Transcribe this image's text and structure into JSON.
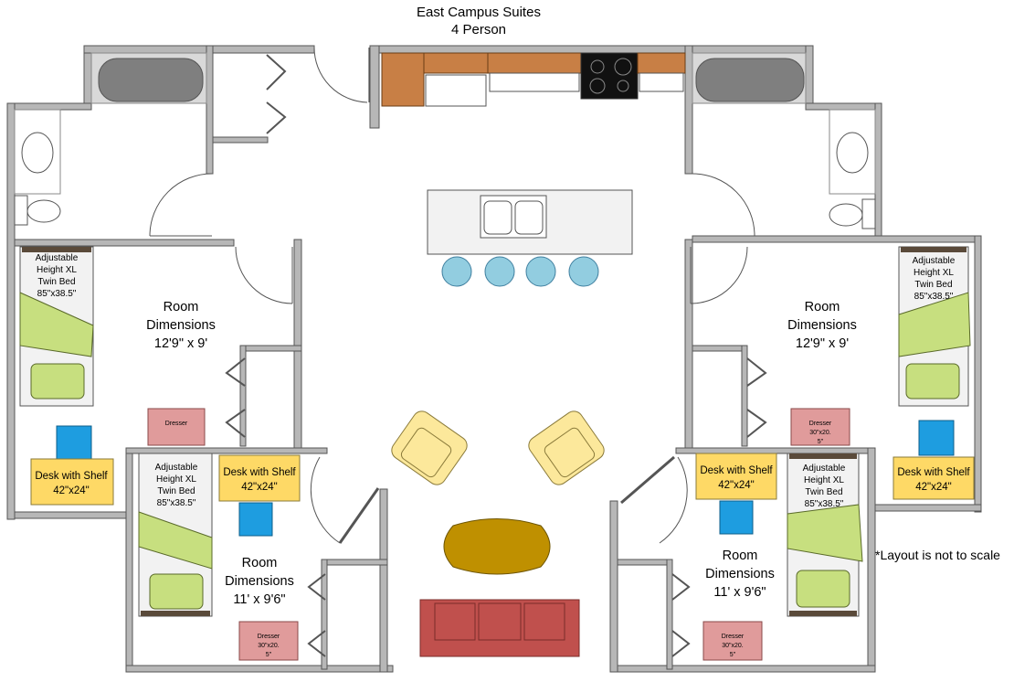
{
  "title": {
    "line1": "East Campus Suites",
    "line2": "4 Person"
  },
  "note": "*Layout is not to scale",
  "rooms": [
    {
      "id": "top-left",
      "dim_label": "Room",
      "dim_label2": "Dimensions",
      "dims": "12'9\" x 9'",
      "bed": [
        "Adjustable",
        "Height XL",
        "Twin Bed",
        "85\"x38.5\""
      ],
      "desk": [
        "Desk with Shelf",
        "42\"x24\""
      ],
      "dresser": [
        "Dresser",
        "",
        ""
      ]
    },
    {
      "id": "bottom-left",
      "dim_label": "Room",
      "dim_label2": "Dimensions",
      "dims": "11' x 9'6\"",
      "bed": [
        "Adjustable",
        "Height XL",
        "Twin Bed",
        "85\"x38.5\""
      ],
      "desk": [
        "Desk with Shelf",
        "42\"x24\""
      ],
      "dresser": [
        "Dresser",
        "30\"x20.",
        "5\""
      ]
    },
    {
      "id": "top-right",
      "dim_label": "Room",
      "dim_label2": "Dimensions",
      "dims": "12'9\" x 9'",
      "bed": [
        "Adjustable",
        "Height XL",
        "Twin Bed",
        "85\"x38.5\""
      ],
      "desk": [
        "Desk with Shelf",
        "42\"x24\""
      ],
      "dresser": [
        "Dresser",
        "30\"x20.",
        "5\""
      ]
    },
    {
      "id": "bottom-right",
      "dim_label": "Room",
      "dim_label2": "Dimensions",
      "dims": "11' x 9'6\"",
      "bed": [
        "Adjustable",
        "Height XL",
        "Twin Bed",
        "85\"x38.5\""
      ],
      "desk": [
        "Desk with Shelf",
        "42\"x24\""
      ],
      "dresser": [
        "Dresser",
        "30\"x20.",
        "5\""
      ]
    }
  ],
  "colors": {
    "bed_linen": "#c7df7f",
    "pillow": "#c7df7f",
    "desk": "#fed966",
    "chair": "#1e9de0",
    "dresser": "#e09b9b",
    "armchair": "#fce89b",
    "coffee_table": "#bf9000",
    "sofa": "#c0504d",
    "stool": "#92cde0",
    "cabinet": "#c87f45",
    "tub": "#7f7f7f"
  }
}
